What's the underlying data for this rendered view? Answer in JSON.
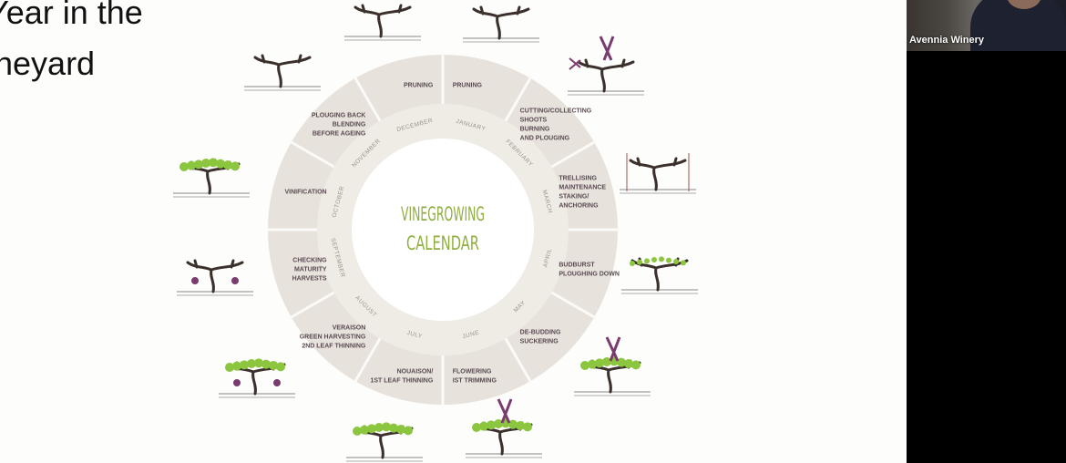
{
  "slide": {
    "title_lines": [
      "Year in the",
      "ineyard"
    ],
    "diagram": {
      "center_title": [
        "VINEGROWING",
        "CALENDAR"
      ],
      "colors": {
        "segment": "#e7e3dc",
        "month_ring": "#efece6",
        "center": "#ffffff",
        "task_text": "#5a4a52",
        "month_text": "#9a948c",
        "title": "#8fae3f",
        "trunk": "#3b302c",
        "leaf": "#8cc63f",
        "grape": "#7a3b6e"
      },
      "months": [
        {
          "month": "JANUARY",
          "tasks": [
            "PRUNING"
          ]
        },
        {
          "month": "FEBRUARY",
          "tasks": [
            "CUTTING/COLLECTING",
            "SHOOTS",
            "BURNING",
            "AND PLOUGING"
          ]
        },
        {
          "month": "MARCH",
          "tasks": [
            "TRELLISING",
            "MAINTENANCE",
            "STAKING/",
            "ANCHORING"
          ]
        },
        {
          "month": "APRIL",
          "tasks": [
            "BUDBURST",
            "PLOUGHING DOWN"
          ]
        },
        {
          "month": "MAY",
          "tasks": [
            "DE-BUDDING",
            "SUCKERING"
          ]
        },
        {
          "month": "JUNE",
          "tasks": [
            "FLOWERING",
            "IST TRIMMING"
          ]
        },
        {
          "month": "JULY",
          "tasks": [
            "NOUAISON/",
            "1ST LEAF THINNING"
          ]
        },
        {
          "month": "AUGUST",
          "tasks": [
            "VERAISON",
            "GREEN HARVESTING",
            "2ND LEAF THINNING"
          ]
        },
        {
          "month": "SEPTEMBER",
          "tasks": [
            "CHECKING",
            "MATURITY",
            "HARVESTS"
          ]
        },
        {
          "month": "OCTOBER",
          "tasks": [
            "VINIFICATION"
          ]
        },
        {
          "month": "NOVEMBER",
          "tasks": [
            "PLOUGING BACK",
            "BLENDING",
            "BEFORE AGEING"
          ]
        },
        {
          "month": "DECEMBER",
          "tasks": [
            "PRUNING"
          ]
        }
      ],
      "vine_icons": [
        "bare-vine",
        "pruning-shears-vine",
        "trellis-vine",
        "budburst-vine",
        "shears-leafy-vine",
        "shears-leafy-vine",
        "trimmed-leafy-vine",
        "grape-leafy-vine",
        "harvest-grape-vine",
        "leafy-vine",
        "bare-vine",
        "bare-vine"
      ]
    }
  },
  "participant": {
    "name": "Avennia Winery"
  }
}
